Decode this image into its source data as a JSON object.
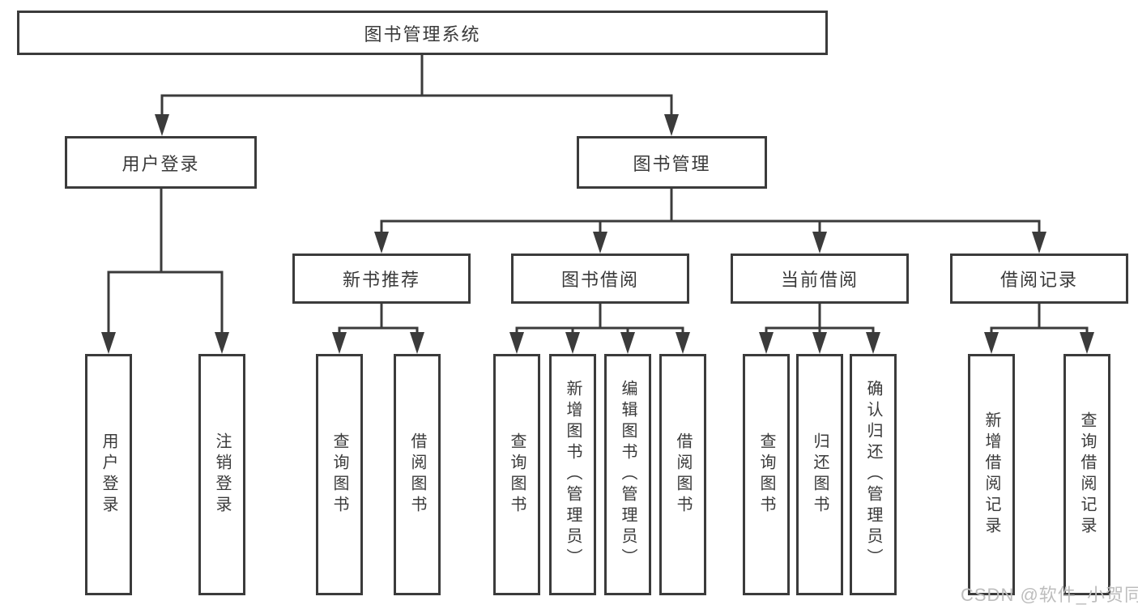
{
  "chart": {
    "root": {
      "label": "图书管理系统"
    },
    "level2": [
      {
        "id": "user-login",
        "label": "用户登录"
      },
      {
        "id": "book-management",
        "label": "图书管理"
      }
    ],
    "level3": [
      {
        "id": "new-book-recommend",
        "label": "新书推荐"
      },
      {
        "id": "book-borrowing",
        "label": "图书借阅"
      },
      {
        "id": "current-borrowing",
        "label": "当前借阅"
      },
      {
        "id": "borrow-records",
        "label": "借阅记录"
      }
    ],
    "leaves": [
      {
        "parent": "用户登录",
        "label": "用户登录"
      },
      {
        "parent": "用户登录",
        "label": "注销登录"
      },
      {
        "parent": "新书推荐",
        "label": "查询图书"
      },
      {
        "parent": "新书推荐",
        "label": "借阅图书"
      },
      {
        "parent": "图书借阅",
        "label": "查询图书"
      },
      {
        "parent": "图书借阅",
        "label": "新增图书（管理员）"
      },
      {
        "parent": "图书借阅",
        "label": "编辑图书（管理员）"
      },
      {
        "parent": "图书借阅",
        "label": "借阅图书"
      },
      {
        "parent": "当前借阅",
        "label": "查询图书"
      },
      {
        "parent": "当前借阅",
        "label": "归还图书"
      },
      {
        "parent": "当前借阅",
        "label": "确认归还（管理员）"
      },
      {
        "parent": "借阅记录",
        "label": "新增借阅记录"
      },
      {
        "parent": "借阅记录",
        "label": "查询借阅记录"
      }
    ],
    "watermark": "CSDN @软件_小贺同学",
    "colors": {
      "line": "#3b3b3b",
      "text": "#3a3a3a",
      "watermark": "#bdbdbd",
      "background": "#ffffff"
    }
  }
}
